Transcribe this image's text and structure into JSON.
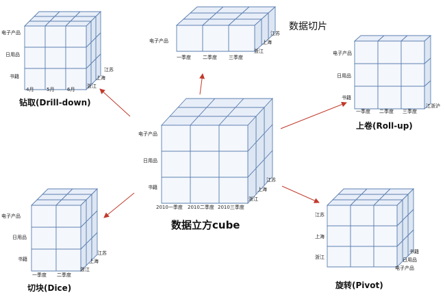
{
  "center": {
    "title": "数据立方cube",
    "rows": [
      "电子产品",
      "日用品",
      "书籍"
    ],
    "cols": [
      "2010一季度",
      "2010二季度",
      "2010三季度"
    ],
    "depth": [
      "江苏",
      "上海",
      "浙江"
    ]
  },
  "drill": {
    "title": "钻取(Drill-down)",
    "rows": [
      "电子产品",
      "日用品",
      "书籍"
    ],
    "cols": [
      "4月",
      "5月",
      "6月"
    ],
    "depth": [
      "江苏",
      "上海",
      "浙江"
    ]
  },
  "slice": {
    "title": "数据切片",
    "row": "电子产品",
    "cols": [
      "一季度",
      "二季度",
      "三季度"
    ],
    "depth": [
      "江苏",
      "上海",
      "浙江"
    ]
  },
  "rollup": {
    "title": "上卷(Roll-up)",
    "rows": [
      "电子产品",
      "日用品",
      "书籍"
    ],
    "cols": [
      "一季度",
      "二季度",
      "三季度"
    ],
    "depth": "江浙沪"
  },
  "dice": {
    "title": "切块(Dice)",
    "rows": [
      "电子产品",
      "日用品",
      "书籍"
    ],
    "cols": [
      "一季度",
      "二季度"
    ],
    "depth": [
      "江苏",
      "上海",
      "浙江"
    ]
  },
  "pivot": {
    "title": "旋转(Pivot)",
    "rows": [
      "江苏",
      "上海",
      "浙江"
    ],
    "depth": [
      "书籍",
      "日用品",
      "电子产品"
    ]
  },
  "colors": {
    "edge": "#5b7fb0",
    "face": "#f4f7fc",
    "arrow": "#c0392b"
  }
}
